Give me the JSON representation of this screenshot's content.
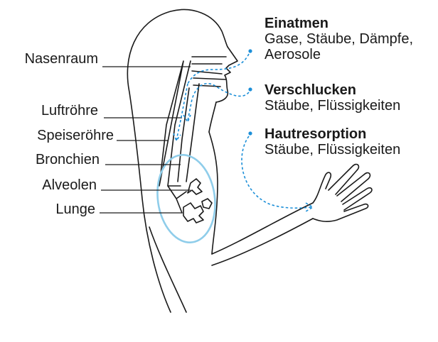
{
  "anatomy_labels": {
    "nasal_cavity": "Nasenraum",
    "trachea": "Luftröhre",
    "esophagus": "Speiseröhre",
    "bronchi": "Bronchien",
    "alveoli": "Alveolen",
    "lung": "Lunge"
  },
  "routes": {
    "inhalation": {
      "title": "Einatmen",
      "line1": "Gase, Stäube, Dämpfe,",
      "line2": "Aerosole"
    },
    "ingestion": {
      "title": "Verschlucken",
      "line1": "Stäube, Flüssigkeiten"
    },
    "skin_absorption": {
      "title": "Hautresorption",
      "line1": "Stäube, Flüssigkeiten"
    }
  },
  "colors": {
    "outline": "#1a1a1a",
    "route_arrow": "#1c8fd8",
    "lung_outline": "#8fcdea"
  }
}
